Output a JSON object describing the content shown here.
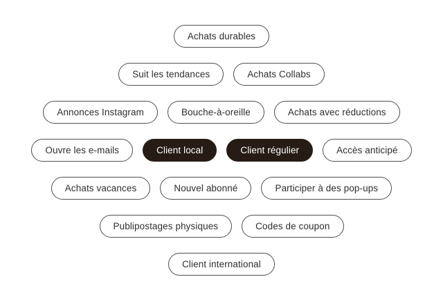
{
  "colors": {
    "background": "#ffffff",
    "pill_outline_border": "#4f4f4f",
    "pill_outline_text": "#2e2e2e",
    "pill_filled_background": "#261c15",
    "pill_filled_text": "#ffffff"
  },
  "diagram": {
    "type": "pill-tag-cloud",
    "rows": [
      {
        "pills": [
          {
            "label": "Achats durables",
            "style": "outline"
          }
        ]
      },
      {
        "pills": [
          {
            "label": "Suit les tendances",
            "style": "outline"
          },
          {
            "label": "Achats Collabs",
            "style": "outline"
          }
        ]
      },
      {
        "pills": [
          {
            "label": "Annonces Instagram",
            "style": "outline"
          },
          {
            "label": "Bouche-à-oreille",
            "style": "outline"
          },
          {
            "label": "Achats avec réductions",
            "style": "outline"
          }
        ]
      },
      {
        "pills": [
          {
            "label": "Ouvre les e-mails",
            "style": "outline"
          },
          {
            "label": "Client local",
            "style": "filled"
          },
          {
            "label": "Client régulier",
            "style": "filled"
          },
          {
            "label": "Accès anticipé",
            "style": "outline"
          }
        ]
      },
      {
        "pills": [
          {
            "label": "Achats vacances",
            "style": "outline"
          },
          {
            "label": "Nouvel abonné",
            "style": "outline"
          },
          {
            "label": "Participer à des pop-ups",
            "style": "outline"
          }
        ]
      },
      {
        "pills": [
          {
            "label": "Publipostages physiques",
            "style": "outline"
          },
          {
            "label": "Codes de coupon",
            "style": "outline"
          }
        ]
      },
      {
        "pills": [
          {
            "label": "Client international",
            "style": "outline"
          }
        ]
      }
    ]
  }
}
